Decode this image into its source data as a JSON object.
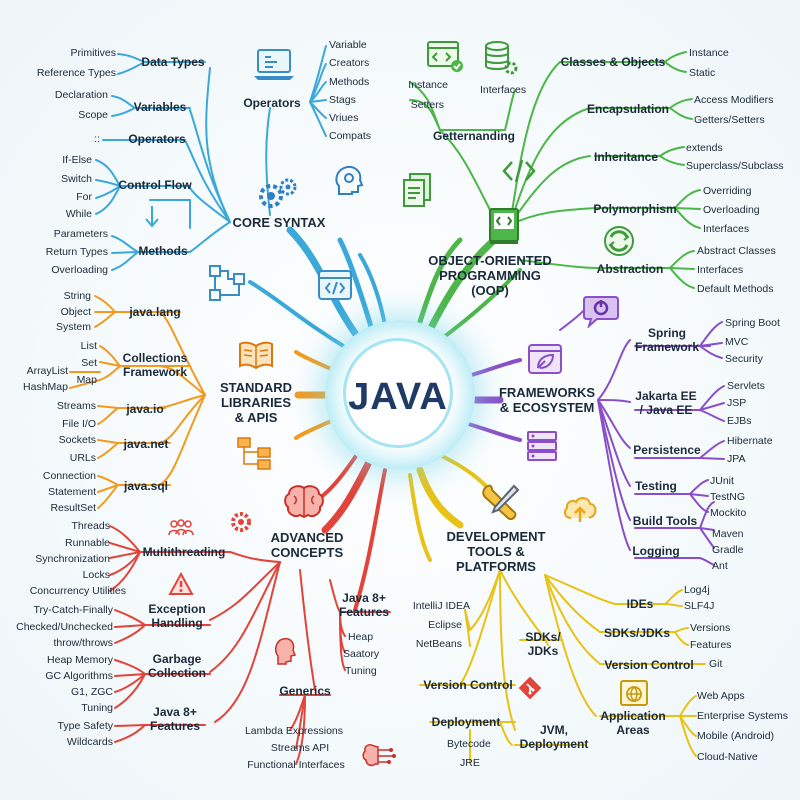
{
  "center": {
    "title": "JAVA"
  },
  "colors": {
    "blue": "#3aa8d8",
    "green": "#4cb648",
    "orange": "#f39a1e",
    "purple": "#8a4fc8",
    "red": "#e2433a",
    "yellow": "#e8c216",
    "center_text": "#1f3a64"
  },
  "branches": {
    "core_syntax": {
      "label": "CORE SYNTAX",
      "icons": [
        "gears-icon",
        "head-gear-icon",
        "code-window-icon",
        "flowchart-icon",
        "laptop-code-icon",
        "arrow-down-icon"
      ],
      "topics": [
        {
          "label": "Data Types",
          "items": [
            "Primitives",
            "Reference Types"
          ]
        },
        {
          "label": "Variables",
          "items": [
            "Declaration",
            "Scope"
          ]
        },
        {
          "label": "Operators",
          "items": [
            "::"
          ]
        },
        {
          "label": "Control Flow",
          "items": [
            "If-Else",
            "Switch",
            "For",
            "While"
          ]
        },
        {
          "label": "Methods",
          "items": [
            "Parameters",
            "Return Types",
            "Overloading"
          ]
        },
        {
          "label": "Operators",
          "items": [
            "Variable",
            "Creators",
            "Methods",
            "Stags",
            "Vriues",
            "Compats"
          ]
        }
      ]
    },
    "oop": {
      "label_lines": [
        "OBJECT-ORIENTED",
        "PROGRAMMING",
        "(OOP)"
      ],
      "icons": [
        "code-window-check-icon",
        "database-gear-icon",
        "code-brackets-icon",
        "documents-icon",
        "code-book-icon",
        "object-cycle-icon"
      ],
      "topics": [
        {
          "label": "Getternanding",
          "items": [
            "Instance",
            "Setters",
            "Interfaces"
          ]
        },
        {
          "label": "Classes & Objects",
          "items": [
            "Instance",
            "Static"
          ]
        },
        {
          "label": "Encapsulation",
          "items": [
            "Access Modifiers",
            "Getters/Setters"
          ]
        },
        {
          "label": "Inheritance",
          "items": [
            "extends",
            "Superclass/Subclass"
          ]
        },
        {
          "label": "Polymorphism",
          "items": [
            "Overriding",
            "Overloading",
            "Interfaces"
          ]
        },
        {
          "label": "Abstraction",
          "items": [
            "Abstract Classes",
            "Interfaces",
            "Default Methods"
          ]
        }
      ]
    },
    "libraries": {
      "label_lines": [
        "STANDARD",
        "LIBRARIES",
        "& APIS"
      ],
      "icons": [
        "open-book-icon",
        "folder-tree-icon"
      ],
      "topics": [
        {
          "label": "java.lang",
          "items": [
            "String",
            "Object",
            "System"
          ]
        },
        {
          "label_lines": [
            "Collections",
            "Framework"
          ],
          "items": [
            "List",
            "Set",
            "Map",
            "ArrayList",
            "HashMap"
          ]
        },
        {
          "label": "java.io",
          "items": [
            "Streams",
            "File I/O"
          ]
        },
        {
          "label": "java.net",
          "items": [
            "Sockets",
            "URLs"
          ]
        },
        {
          "label": "java.sql",
          "items": [
            "Connection",
            "Statement",
            "ResultSet"
          ]
        }
      ]
    },
    "frameworks": {
      "label_lines": [
        "FRAMEWORKS",
        "& ECOSYSTEM"
      ],
      "icons": [
        "power-chat-icon",
        "leaf-window-icon",
        "server-stack-icon",
        "cloud-upload-icon"
      ],
      "topics": [
        {
          "label_lines": [
            "Spring",
            "Framework"
          ],
          "items": [
            "Spring Boot",
            "MVC",
            "Security"
          ]
        },
        {
          "label_lines": [
            "Jakarta EE",
            "/ Java EE"
          ],
          "items": [
            "Servlets",
            "JSP",
            "EJBs"
          ]
        },
        {
          "label": "Persistence",
          "items": [
            "Hibernate",
            "JPA"
          ]
        },
        {
          "label": "Testing",
          "items": [
            "JUnit",
            "TestNG",
            "Mockito"
          ]
        },
        {
          "label": "Build Tools",
          "items": [
            "Maven",
            "Gradle",
            "Ant"
          ]
        },
        {
          "label": "Logging",
          "items": []
        }
      ]
    },
    "advanced": {
      "label_lines": [
        "ADVANCED",
        "CONCEPTS"
      ],
      "icons": [
        "brain-icon",
        "gear-icon",
        "people-icon",
        "warning-icon",
        "head-profile-icon",
        "brain-machine-icon"
      ],
      "topics": [
        {
          "label": "Multithreading",
          "items": [
            "Threads",
            "Runnable",
            "Synchronization",
            "Locks",
            "Concurrency Utilities"
          ]
        },
        {
          "label_lines": [
            "Exception",
            "Handling"
          ],
          "items": [
            "Try-Catch-Finally",
            "Checked/Unchecked",
            "throw/throws"
          ]
        },
        {
          "label_lines": [
            "Garbage",
            "Collection"
          ],
          "items": [
            "Heap Memory",
            "GC Algorithms",
            "G1, ZGC",
            "Tuning"
          ]
        },
        {
          "label_lines": [
            "Java 8+",
            "Features"
          ],
          "items": [
            "Type Safety",
            "Wildcards"
          ]
        },
        {
          "label_lines": [
            "Java 8+",
            "Features"
          ],
          "items": [
            "Heap",
            "Saatory",
            "Tuning"
          ]
        },
        {
          "label": "Generics",
          "items": [
            "Lambda Expressions",
            "Streams API",
            "Functional Interfaces"
          ]
        }
      ]
    },
    "dev_tools": {
      "label_lines": [
        "DEVELOPMENT",
        "TOOLS &",
        "PLATFORMS"
      ],
      "icons": [
        "tools-icon",
        "git-icon",
        "globe-window-icon"
      ],
      "topics": [
        {
          "label": "IDEs",
          "items": [
            "Log4j",
            "SLF4J"
          ]
        },
        {
          "label": "SDKs/JDKs",
          "items": [
            "Versions",
            "Features"
          ]
        },
        {
          "label": "Version Control",
          "items": [
            "Git"
          ]
        },
        {
          "label_lines": [
            "Application",
            "Areas"
          ],
          "items": [
            "Web Apps",
            "Enterprise Systems",
            "Mobile (Android)",
            "Cloud-Native"
          ]
        },
        {
          "label_lines": [
            "SDKs/",
            "JDKs"
          ],
          "items": [
            "IntelliJ IDEA",
            "Eclipse",
            "NetBeans"
          ]
        },
        {
          "label": "Version Control",
          "items": []
        },
        {
          "label": "Deployment",
          "items": [
            "Bytecode",
            "JRE"
          ]
        },
        {
          "label_lines": [
            "JVM,",
            "Deployment"
          ],
          "items": []
        }
      ]
    }
  }
}
